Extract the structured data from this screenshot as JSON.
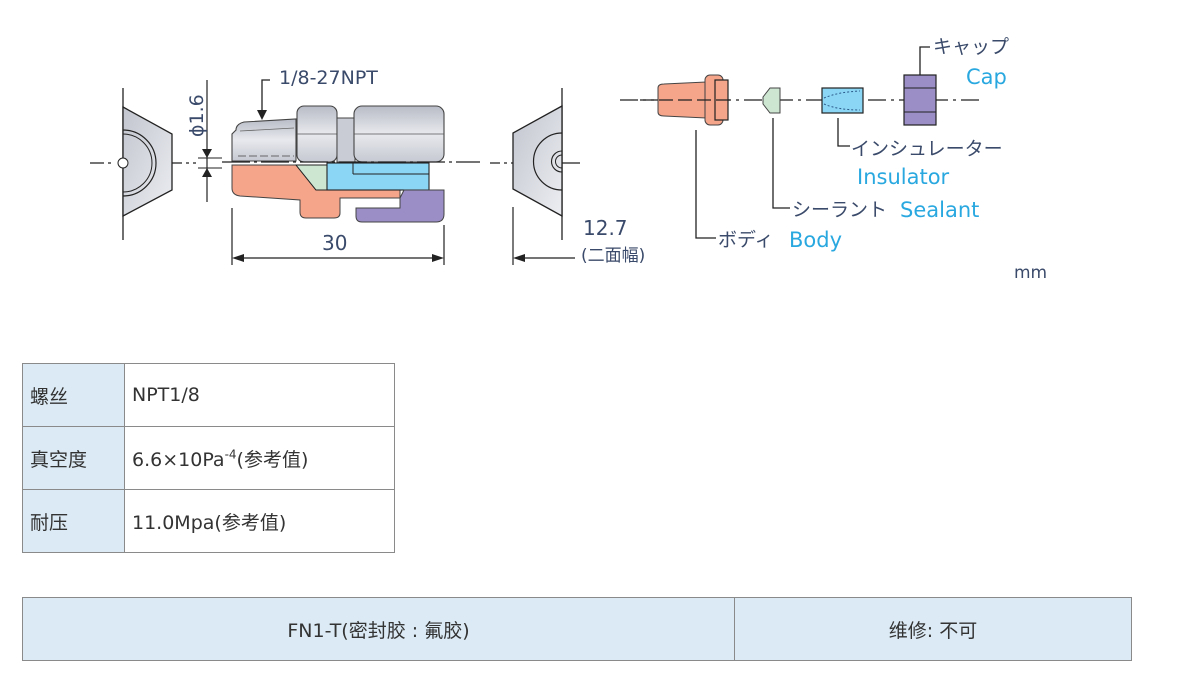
{
  "diagram": {
    "labels": {
      "thread": "1/8-27NPT",
      "diameter": "ϕ1.6",
      "length": "30",
      "width_across_flats": "12.7",
      "width_across_flats_note": "(二面幅)",
      "unit": "mm"
    },
    "parts": [
      {
        "jp": "キャップ",
        "en": "Cap",
        "color": "#9b8ec6"
      },
      {
        "jp": "インシュレーター",
        "en": "Insulator",
        "color": "#8cd6f5"
      },
      {
        "jp": "シーラント",
        "en": "Sealant",
        "color": "#cde6d2"
      },
      {
        "jp": "ボディ",
        "en": "Body",
        "color": "#f5a58a"
      }
    ],
    "label_color_en": "#29a8e0",
    "label_color_dim": "#3a4a6a"
  },
  "spec_table": {
    "rows": [
      {
        "key": "螺丝",
        "value": "NPT1/8"
      },
      {
        "key": "真空度",
        "value_prefix": "6.6×10Pa",
        "value_sup": "-4",
        "value_suffix": "(参考值)"
      },
      {
        "key": "耐压",
        "value": "11.0Mpa(参考值)"
      }
    ]
  },
  "model_table": {
    "model": "FN1-T(密封胶 : 氟胶)",
    "repair": "维修:  不可"
  }
}
